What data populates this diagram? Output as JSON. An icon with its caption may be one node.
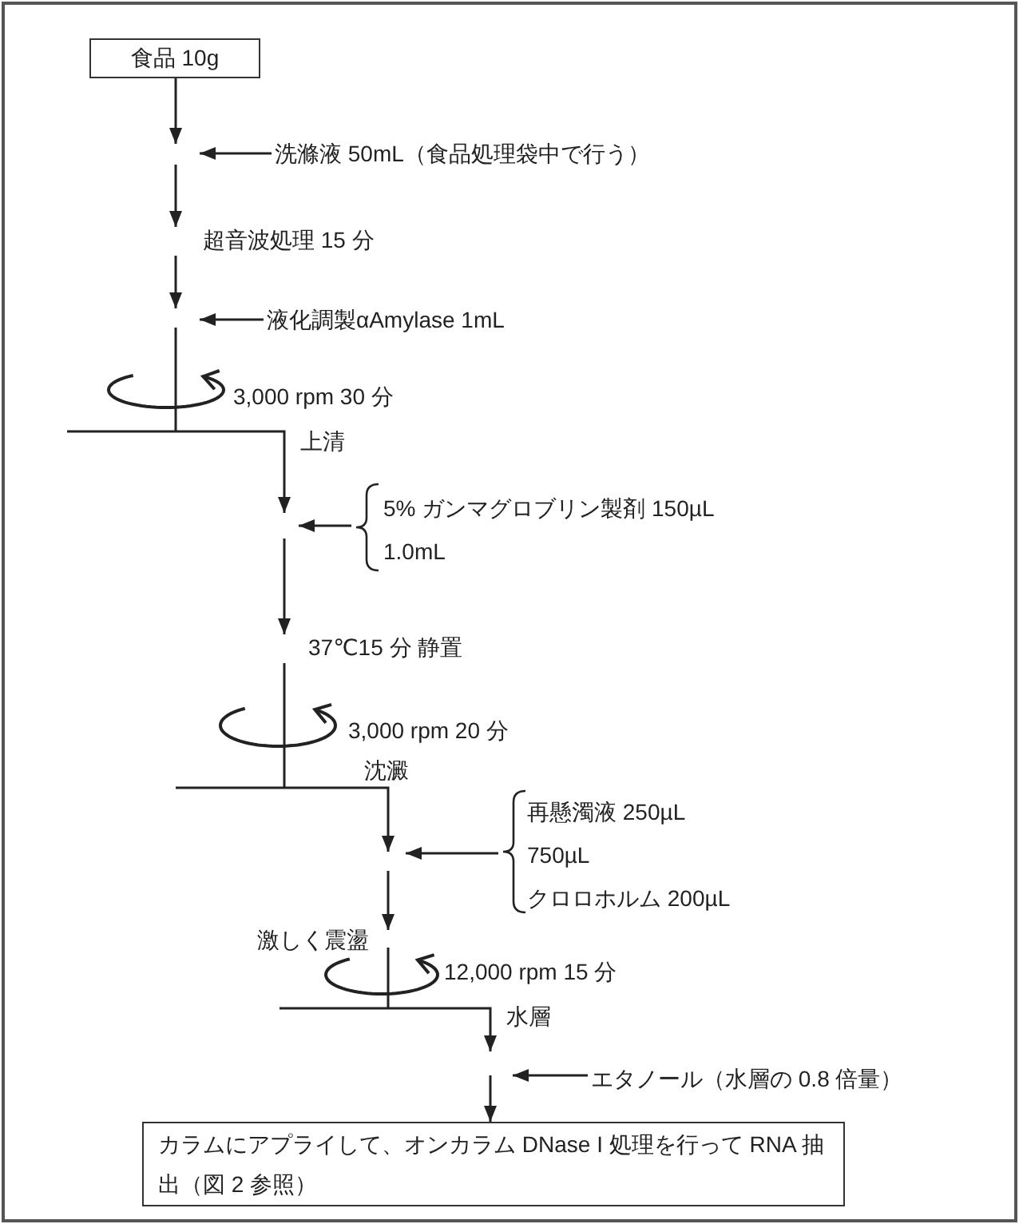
{
  "diagram": {
    "nodes": [
      {
        "text": [
          "食品 10g"
        ]
      },
      {
        "text": [
          "洗滌液 50mL（食品処理袋中で行う）"
        ]
      },
      {
        "text": [
          "液化調製αAmylase 1mL"
        ]
      },
      {
        "text": [
          "5% ガンマグロブリン製剤 150µL",
          "1.0mL"
        ]
      },
      {
        "text": [
          "再懸濁液 250µL",
          "750µL",
          "クロロホルム 200µL"
        ]
      },
      {
        "text": [
          "エタノール（水層の 0.8 倍量）"
        ]
      },
      {
        "text": [
          "カラムにアプライして、オンカラム DNase I 処理を行って RNA 抽出（図 2 参照）"
        ]
      }
    ],
    "edges": [
      {
        "from": 0,
        "to": null,
        "arrow": "to"
      },
      {
        "from": 1,
        "to": null,
        "arrow": "to"
      },
      {
        "from": 2,
        "to": null,
        "arrow": "to"
      },
      {
        "from": 3,
        "to": null,
        "arrow": "to"
      },
      {
        "from": 4,
        "to": null,
        "arrow": "to"
      },
      {
        "from": 5,
        "to": null,
        "arrow": "to"
      },
      {
        "from": null,
        "to": 6,
        "arrow": "to"
      }
    ],
    "labels": [
      "超音波処理 15 分",
      "3,000 rpm 30 分",
      "上清",
      "37℃15 分 静置",
      "3,000 rpm 20 分",
      "沈澱",
      "激しく震盪",
      "12,000 rpm 15 分",
      "水層"
    ]
  }
}
